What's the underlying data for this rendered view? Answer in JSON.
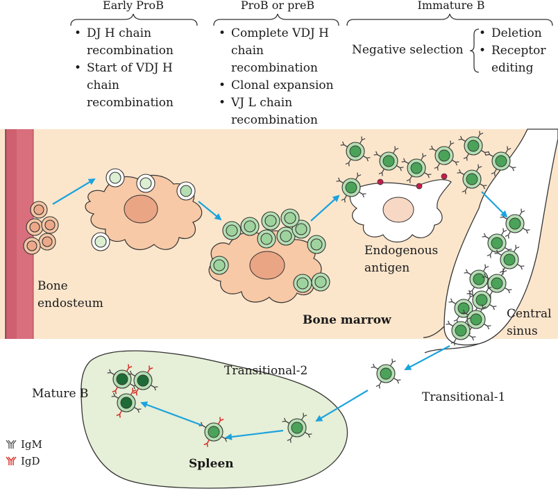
{
  "stages": {
    "early_prob": {
      "title": "Early ProB",
      "items": [
        "DJ H chain recombination",
        "Start of VDJ H chain recombination"
      ]
    },
    "prob_preb": {
      "title": "ProB or preB",
      "items": [
        "Complete VDJ H chain recombination",
        "Clonal expansion",
        "VJ L chain recombination"
      ]
    },
    "immature_b": {
      "title": "Immature B",
      "negative_selection": "Negative selection",
      "items": [
        "Deletion",
        "Receptor editing"
      ]
    }
  },
  "labels": {
    "bone_endosteum": "Bone endosteum",
    "endogenous_antigen": "Endogenous antigen",
    "bone_marrow": "Bone marrow",
    "central_sinus": "Central sinus",
    "transitional_1": "Transitional-1",
    "transitional_2": "Transitional-2",
    "mature_b": "Mature B",
    "spleen": "Spleen"
  },
  "legend": {
    "igm": "IgM",
    "igd": "IgD"
  },
  "colors": {
    "marrow_bg": "#fbe6cc",
    "endosteum": "#d96f7d",
    "stromal": "#f7c9a7",
    "stromal_nucleus": "#e9a584",
    "arrow": "#1ba3dd",
    "spleen_bg": "#e6efd7",
    "cell_light": "#b5dfb3",
    "cell_medium": "#4aa359",
    "cell_dark": "#1f6b37",
    "prob_cell": "#f4c7a6",
    "igm": "#444444",
    "igd": "#d8312b",
    "antigen": "#c81b4a"
  }
}
